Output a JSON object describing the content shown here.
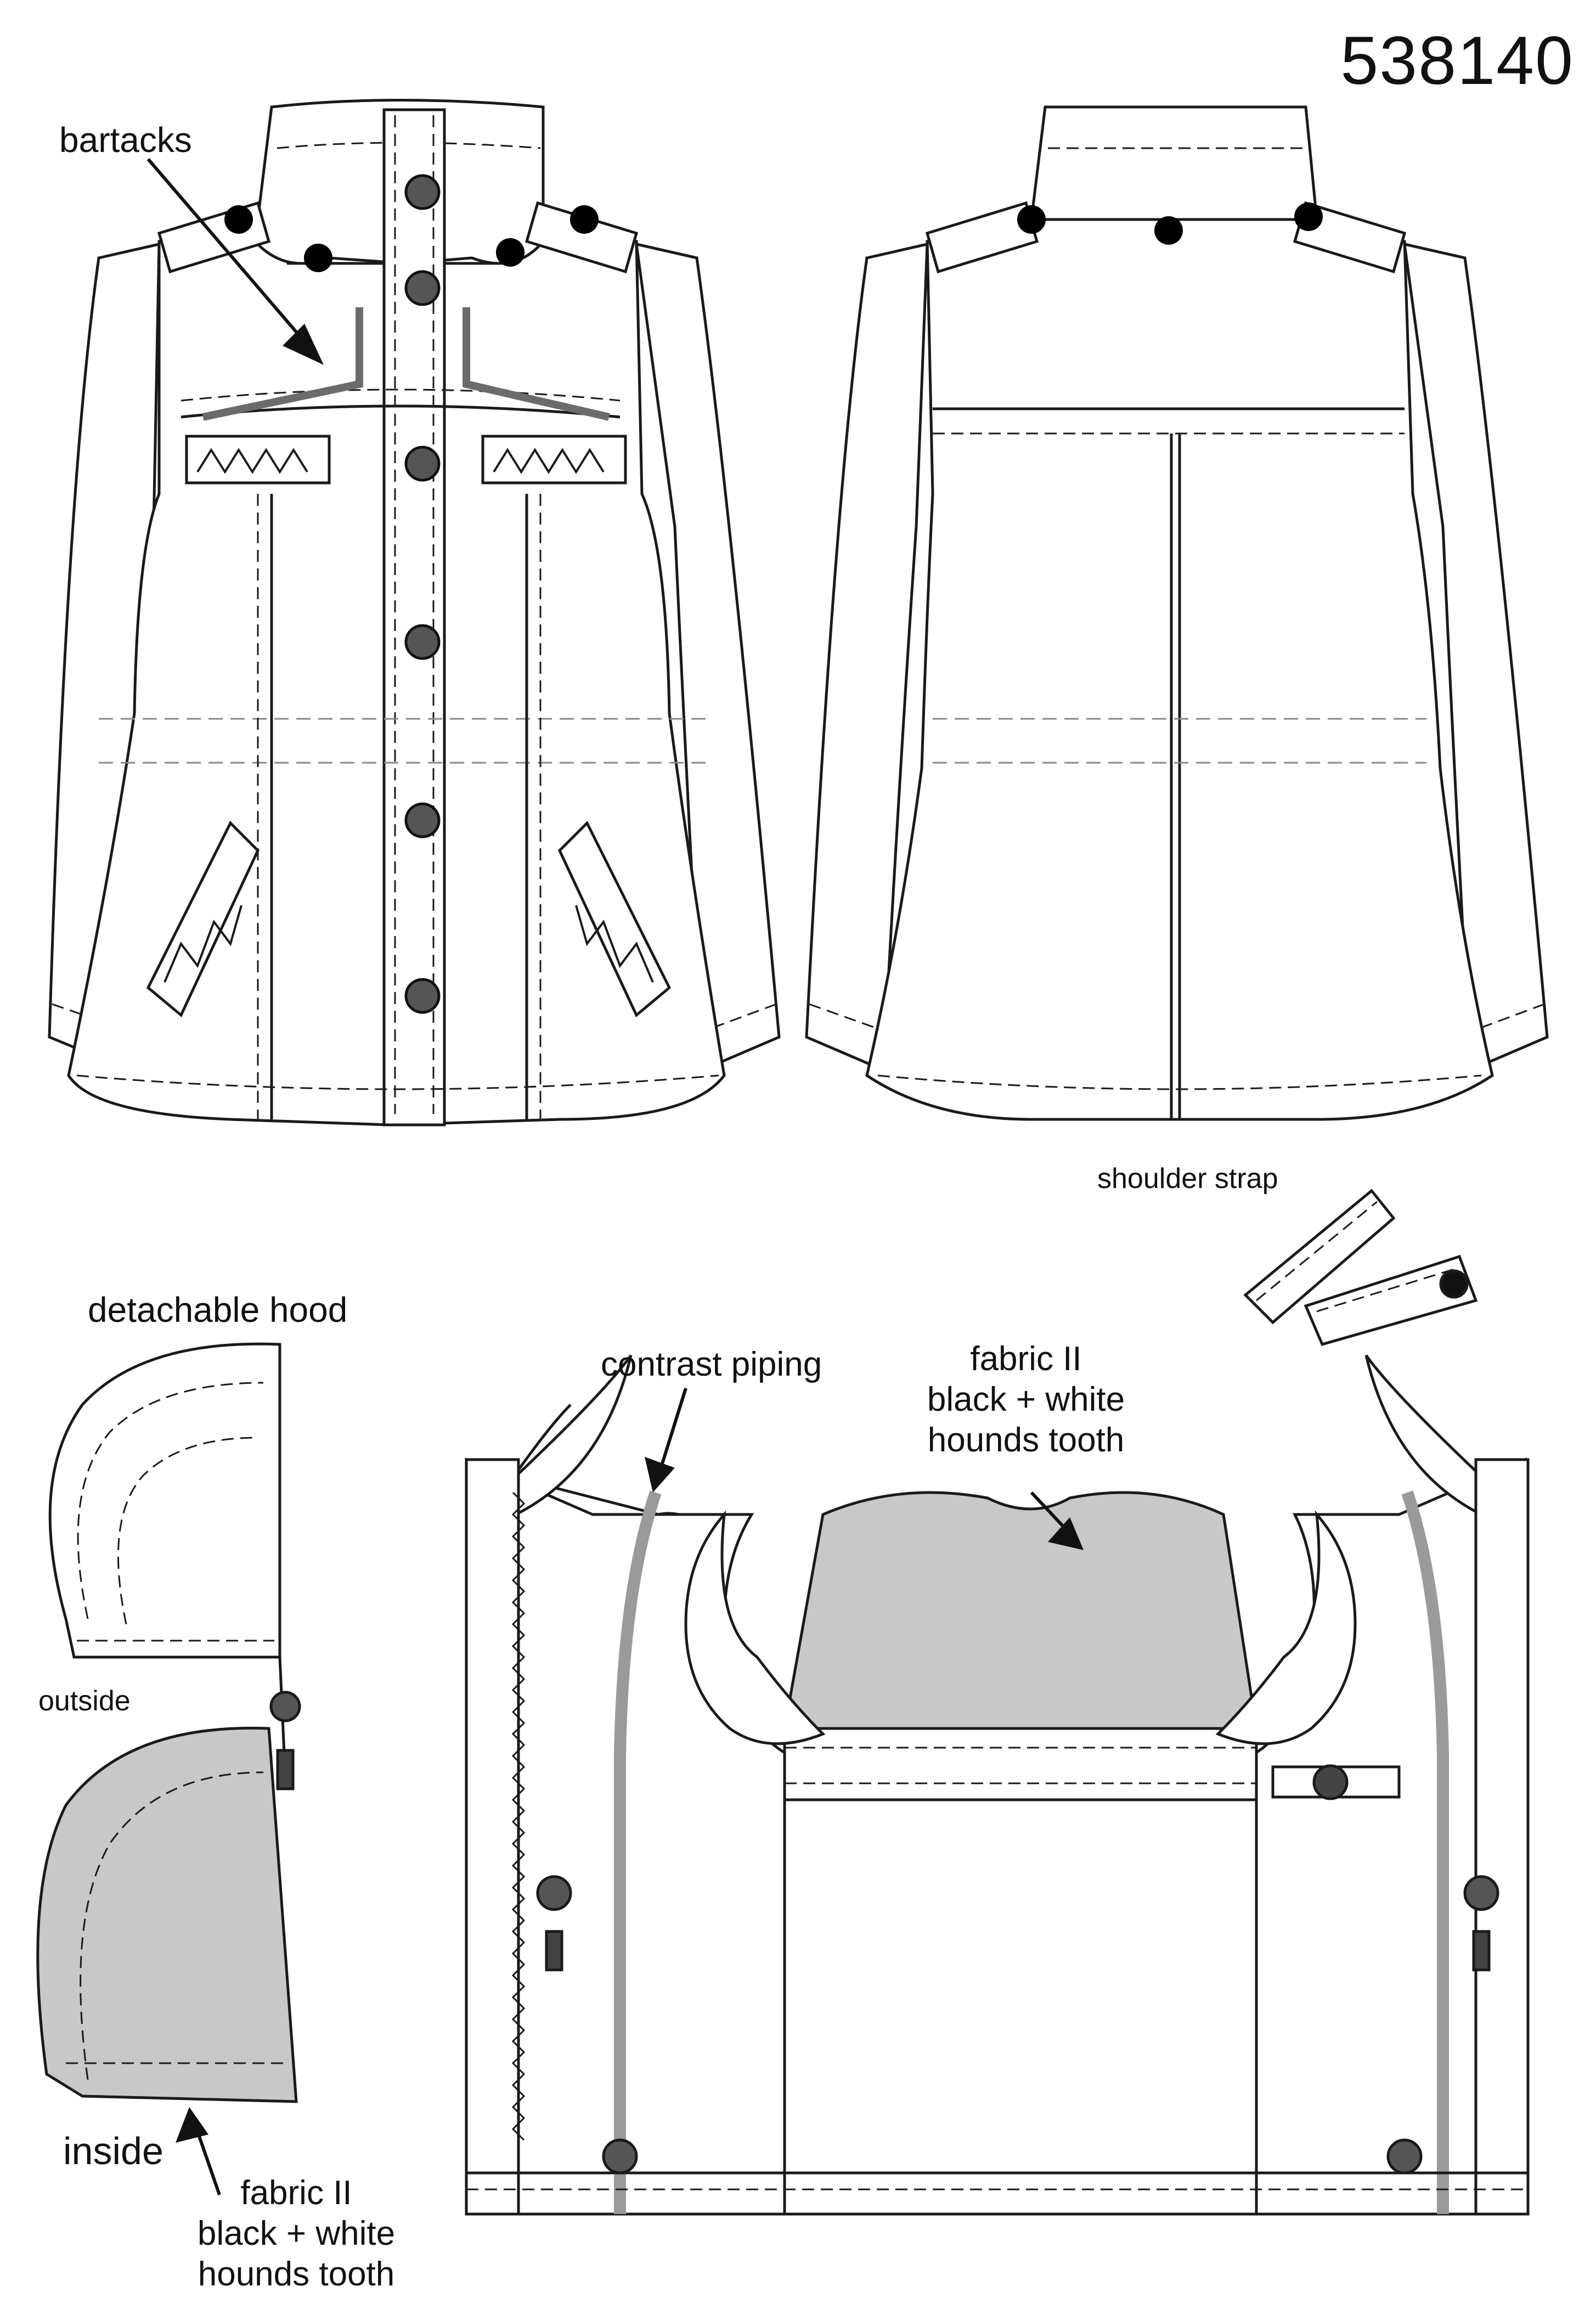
{
  "style_number": "538140",
  "labels": {
    "bartacks": "bartacks",
    "shoulder_strap": "shoulder strap",
    "detachable_hood": "detachable hood",
    "outside": "outside",
    "inside": "inside",
    "contrast_piping": "contrast piping",
    "fabric_center": [
      "fabric II",
      "black + white",
      "hounds tooth"
    ],
    "fabric_hood": [
      "fabric II",
      "black + white",
      "hounds tooth"
    ]
  },
  "colors": {
    "line": "#1a1a1a",
    "contrast_fabric": "#c8c8c8",
    "button": "#555555",
    "piping": "#9a9a9a",
    "bartack": "#6b6b6b"
  },
  "icons": [
    "button-icon",
    "toggle-icon",
    "zipper-icon",
    "cord-stopper-icon"
  ]
}
